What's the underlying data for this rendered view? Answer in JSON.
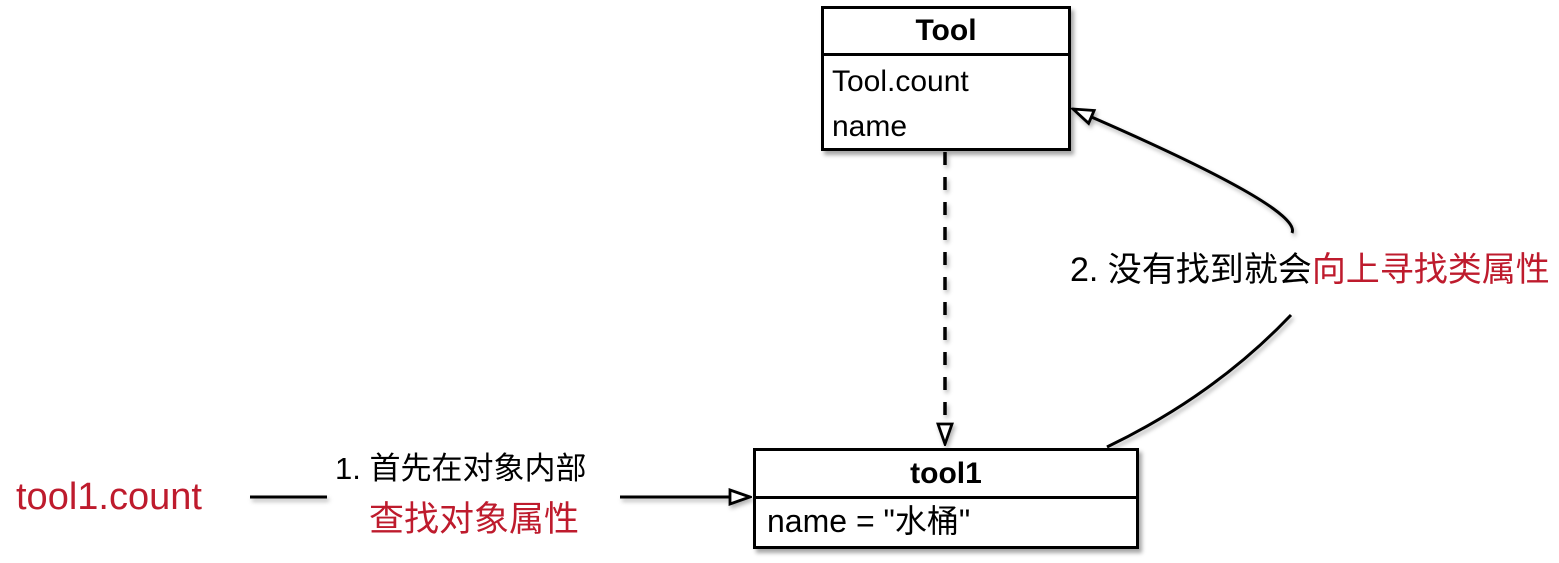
{
  "diagram": {
    "title_hint": "python attribute lookup diagram",
    "expression": "tool1.count",
    "class_box": {
      "title": "Tool",
      "attributes": [
        "Tool.count",
        "name"
      ]
    },
    "instance_box": {
      "title": "tool1",
      "attributes": [
        "name = \"水桶\""
      ]
    },
    "step1": {
      "prefix": "1. 首先在对象内部",
      "highlight": "查找对象属性"
    },
    "step2": {
      "prefix": "2. 没有找到就会",
      "highlight": "向上寻找类属性"
    },
    "colors": {
      "accent_red": "#BE1B2D",
      "line_black": "#000000",
      "background": "#FFFFFF"
    }
  }
}
